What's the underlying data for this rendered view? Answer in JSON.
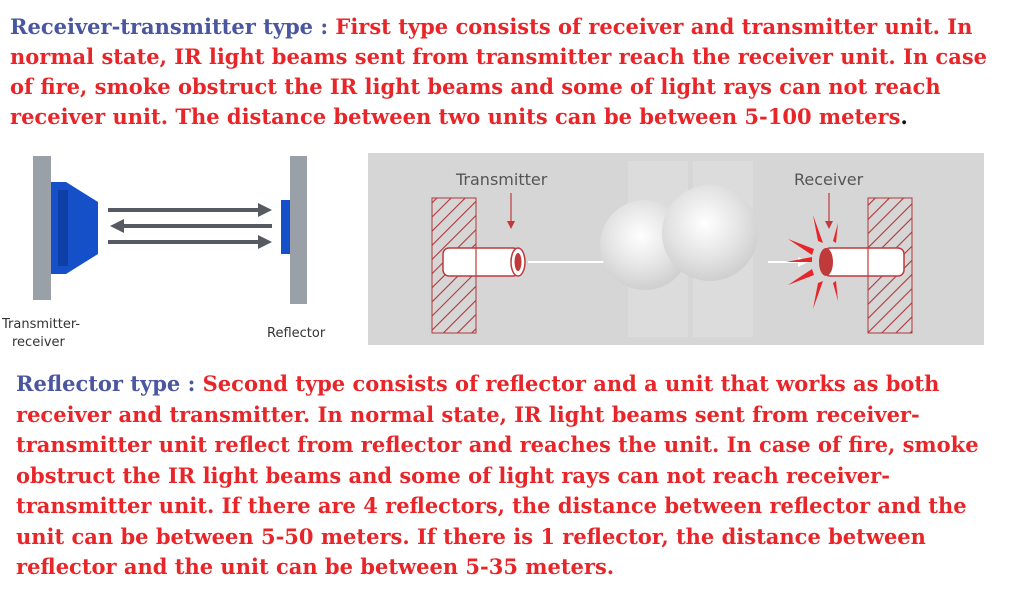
{
  "section1": {
    "heading": "Receiver-transmitter type :",
    "body": " First type consists of receiver and transmitter unit. In normal state, IR light beams sent from transmitter reach the receiver unit. In case of fire, smoke obstruct the IR light beams and some of light rays can not reach receiver unit. The distance between two units can be between 5-100 meters",
    "end": "."
  },
  "diagram_left": {
    "label_transmitter_line1": "Transmitter-",
    "label_transmitter_line2": "receiver",
    "label_reflector": "Reflector"
  },
  "diagram_right": {
    "label_transmitter": "Transmitter",
    "label_receiver": "Receiver"
  },
  "section2": {
    "heading": "Reflector type :",
    "body": " Second type consists of reflector and a unit that works as both receiver and transmitter. In normal state, IR light beams sent from receiver-transmitter unit reflect from reflector and reaches the unit. In case of fire, smoke obstruct the IR light beams and some of light rays can not reach receiver-transmitter unit. If there are 4 reflectors, the distance between reflector and the unit can be between 5-50 meters. If there is 1 reflector, the distance between reflector and the unit can be between 5-35 meters."
  },
  "colors": {
    "heading": "#4a56a0",
    "body": "#e8262a",
    "diagram_blue": "#1550c8",
    "diagram_gray": "#9aa0a8",
    "panel_bg": "#d6d6d6"
  }
}
